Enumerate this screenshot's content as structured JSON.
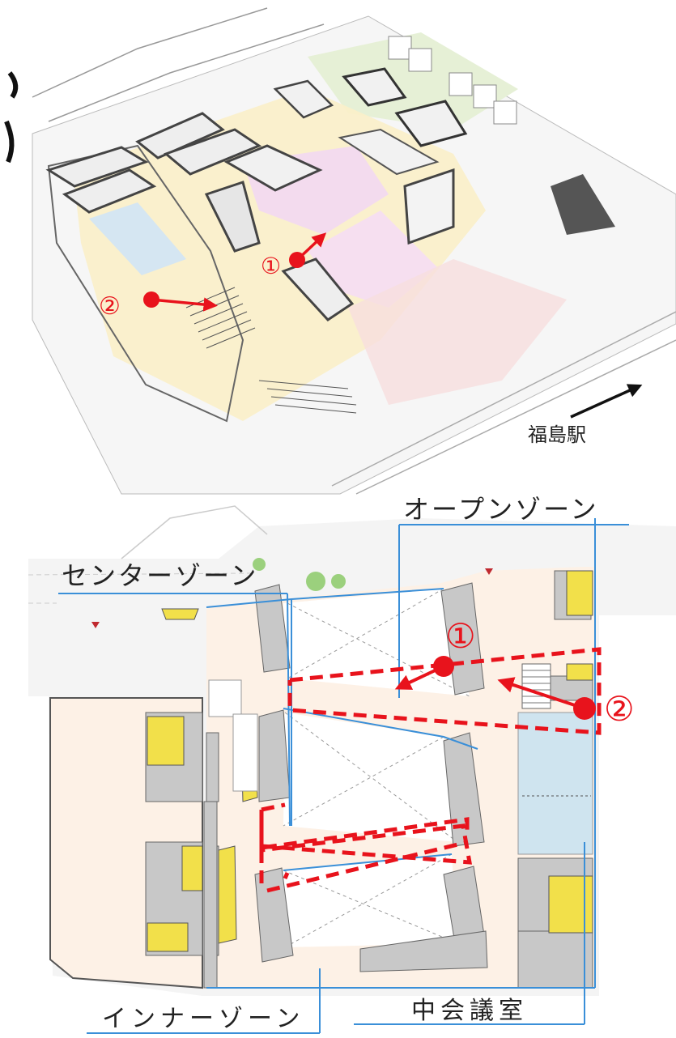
{
  "aerial": {
    "marker_1": "①",
    "marker_2": "②",
    "station_label": "福島駅"
  },
  "plan": {
    "zone_open": "オープンゾーン",
    "zone_center": "センターゾーン",
    "zone_inner": "インナーゾーン",
    "room_meeting": "中会議室",
    "marker_1": "①",
    "marker_2": "②"
  },
  "colors": {
    "accent_red": "#e8131c",
    "zone_line_blue": "#3a8fd8",
    "floor_beige": "#fdf1e6",
    "wall_gray": "#c8c8c8",
    "yellow": "#f2e04a",
    "light_blue": "#cfe4ef"
  }
}
